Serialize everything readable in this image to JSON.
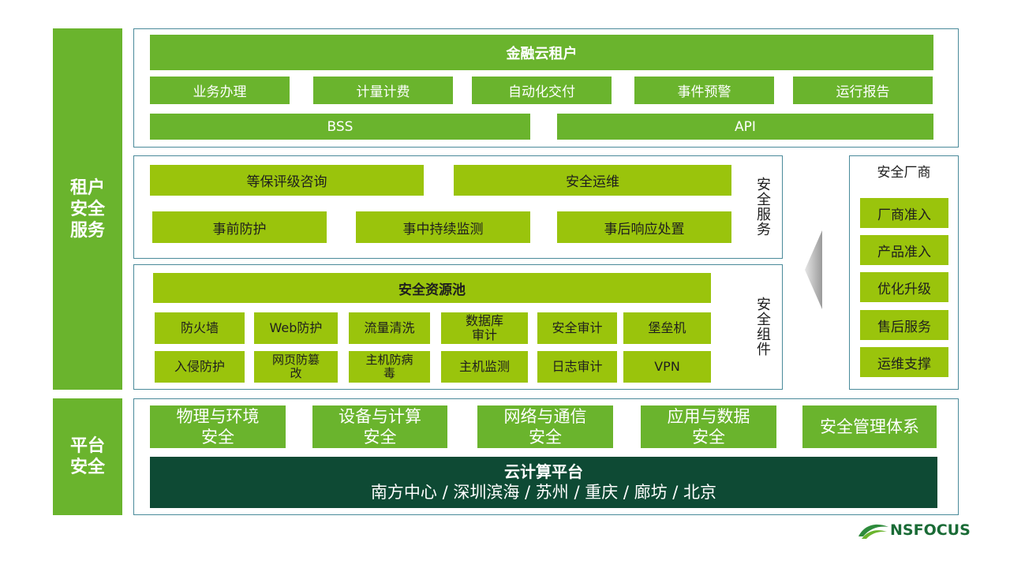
{
  "left_labels": {
    "tenant": [
      "租户",
      "安全",
      "服务"
    ],
    "platform": [
      "平台",
      "安全"
    ]
  },
  "top": {
    "title": "金融云租户",
    "row1": [
      "业务办理",
      "计量计费",
      "自动化交付",
      "事件预警",
      "运行报告"
    ],
    "bss": "BSS",
    "api": "API"
  },
  "security_services": {
    "label": "安全服务",
    "row1": [
      "等保评级咨询",
      "安全运维"
    ],
    "row2": [
      "事前防护",
      "事中持续监测",
      "事后响应处置"
    ]
  },
  "security_components": {
    "label": "安全组件",
    "pool_title": "安全资源池",
    "row1": [
      "防火墙",
      "Web防护",
      "流量清洗",
      "数据库\n审计",
      "安全审计",
      "堡垒机"
    ],
    "row2": [
      "入侵防护",
      "网页防篡\n改",
      "主机防病\n毒",
      "主机监测",
      "日志审计",
      "VPN"
    ]
  },
  "vendors": {
    "title": "安全厂商",
    "items": [
      "厂商准入",
      "产品准入",
      "优化升级",
      "售后服务",
      "运维支撑"
    ]
  },
  "platform": {
    "boxes": [
      [
        "物理与环境",
        "安全"
      ],
      [
        "设备与计算",
        "安全"
      ],
      [
        "网络与通信",
        "安全"
      ],
      [
        "应用与数据",
        "安全"
      ],
      [
        "安全管理体系"
      ]
    ],
    "cloud_title": "云计算平台",
    "cloud_sites": "南方中心 / 深圳滨海 / 苏州 / 重庆 / 廊坊 / 北京"
  },
  "logo": {
    "text": "NSFOCUS"
  },
  "colors": {
    "green": "#6ab42d",
    "lime": "#9ac40c",
    "dark_green": "#0e4a34",
    "frame": "#4a8a9a"
  }
}
